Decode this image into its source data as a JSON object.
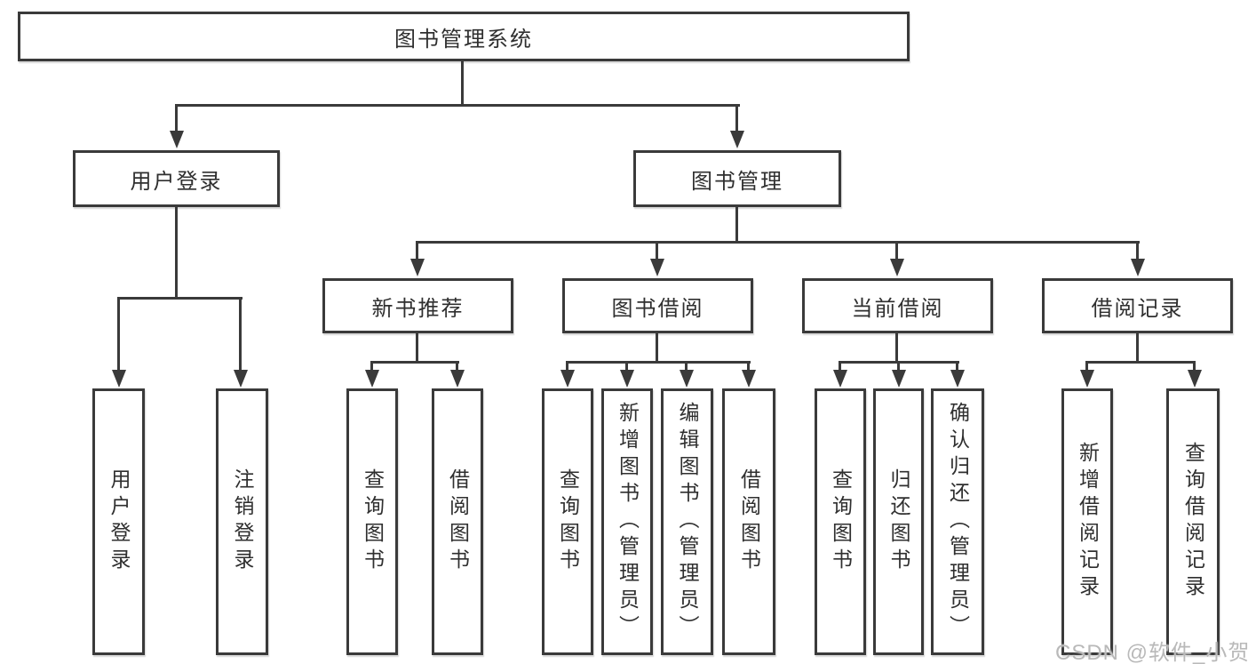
{
  "tree": {
    "root": {
      "label": "图书管理系统"
    },
    "branches": [
      {
        "label": "用户登录",
        "children": [
          {
            "label": "用户登录"
          },
          {
            "label": "注销登录"
          }
        ]
      },
      {
        "label": "图书管理",
        "children": [
          {
            "label": "新书推荐",
            "children": [
              {
                "label": "查询图书"
              },
              {
                "label": "借阅图书"
              }
            ]
          },
          {
            "label": "图书借阅",
            "children": [
              {
                "label": "查询图书"
              },
              {
                "label": "新增图书（管理员）"
              },
              {
                "label": "编辑图书（管理员）"
              },
              {
                "label": "借阅图书"
              }
            ]
          },
          {
            "label": "当前借阅",
            "children": [
              {
                "label": "查询图书"
              },
              {
                "label": "归还图书"
              },
              {
                "label": "确认归还（管理员）"
              }
            ]
          },
          {
            "label": "借阅记录",
            "children": [
              {
                "label": "新增借阅记录"
              },
              {
                "label": "查询借阅记录"
              }
            ]
          }
        ]
      }
    ]
  },
  "watermark": {
    "text": "CSDN @软件_小贺同学"
  },
  "colors": {
    "line": "#3a3a3a",
    "border": "#3a3a3a",
    "text": "#2f2f2f",
    "background": "#ffffff",
    "watermark": "#b9b9b9"
  }
}
